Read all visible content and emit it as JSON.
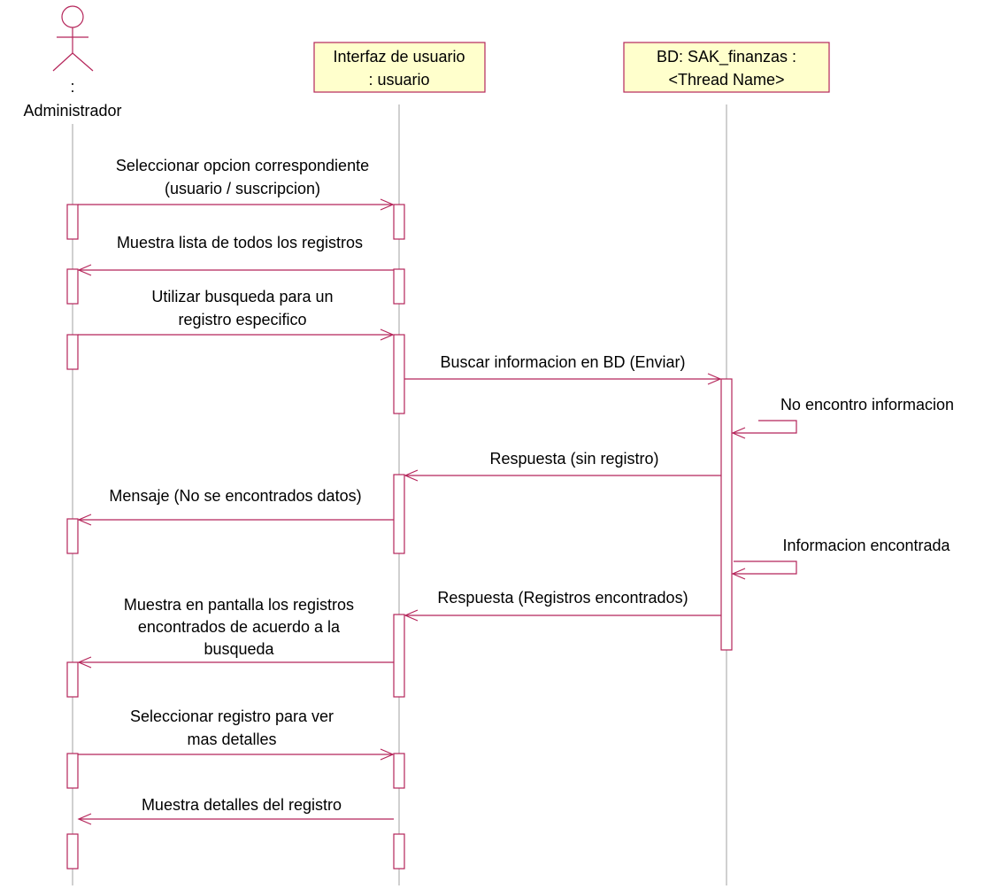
{
  "colors": {
    "accent": "#b5255a",
    "object_fill": "#ffffcc",
    "lifeline": "#a0a0a0"
  },
  "actor": {
    "icon": "stick-figure-actor-icon",
    "colon": ":",
    "name": "Administrador"
  },
  "objects": [
    {
      "line1": "Interfaz de usuario",
      "line2": ": usuario"
    },
    {
      "line1": "BD: SAK_finanzas :",
      "line2": "<Thread Name>"
    }
  ],
  "messages": [
    {
      "lines": [
        "Seleccionar opcion correspondiente",
        "(usuario / suscripcion)"
      ]
    },
    {
      "lines": [
        "Muestra lista de todos los registros"
      ]
    },
    {
      "lines": [
        "Utilizar busqueda para un",
        "registro especifico"
      ]
    },
    {
      "lines": [
        "Buscar informacion en BD (Enviar)"
      ]
    },
    {
      "lines": [
        "No encontro informacion"
      ]
    },
    {
      "lines": [
        "Respuesta (sin registro)"
      ]
    },
    {
      "lines": [
        "Mensaje (No se encontrados datos)"
      ]
    },
    {
      "lines": [
        "Informacion encontrada"
      ]
    },
    {
      "lines": [
        "Respuesta (Registros encontrados)"
      ]
    },
    {
      "lines": [
        "Muestra en pantalla los registros",
        "encontrados de acuerdo a la",
        "busqueda"
      ]
    },
    {
      "lines": [
        "Seleccionar registro para ver",
        "mas detalles"
      ]
    },
    {
      "lines": [
        "Muestra detalles del registro"
      ]
    }
  ]
}
